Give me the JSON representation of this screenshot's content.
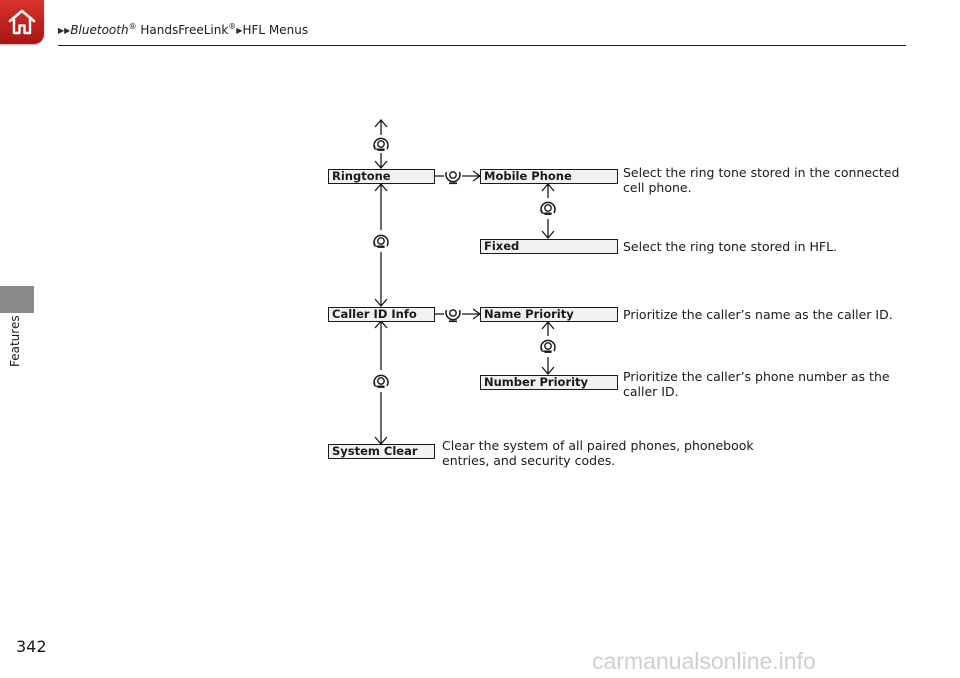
{
  "header": {
    "home_icon": "home-icon",
    "crumb_1_italic": "Bluetooth",
    "crumb_1_mark": "®",
    "crumb_1_rest": " HandsFreeLink",
    "crumb_1_mark2": "®",
    "crumb_2": "HFL Menus",
    "arrow_glyph": "▶"
  },
  "side": {
    "label": "Features"
  },
  "page": {
    "number": "342"
  },
  "watermark": "carmanualsonline.info",
  "menu": {
    "ringtone": "Ringtone",
    "mobile_phone": "Mobile Phone",
    "fixed": "Fixed",
    "caller_id_info": "Caller ID Info",
    "name_priority": "Name Priority",
    "number_priority": "Number Priority",
    "system_clear": "System Clear"
  },
  "descriptions": {
    "mobile_phone": "Select the ring tone stored in the connected cell phone.",
    "fixed": "Select the ring tone stored in HFL.",
    "name_priority": "Prioritize the caller’s name as the caller ID.",
    "number_priority": "Prioritize the caller’s phone number as the caller ID.",
    "system_clear": "Clear the system of all paired phones, phonebook entries, and security codes."
  },
  "icons": {
    "rotate": "rotate-knob-icon",
    "press": "press-knob-icon"
  },
  "colors": {
    "brand_red": "#c8201e",
    "sidebar_gray": "#8a8a8a"
  }
}
